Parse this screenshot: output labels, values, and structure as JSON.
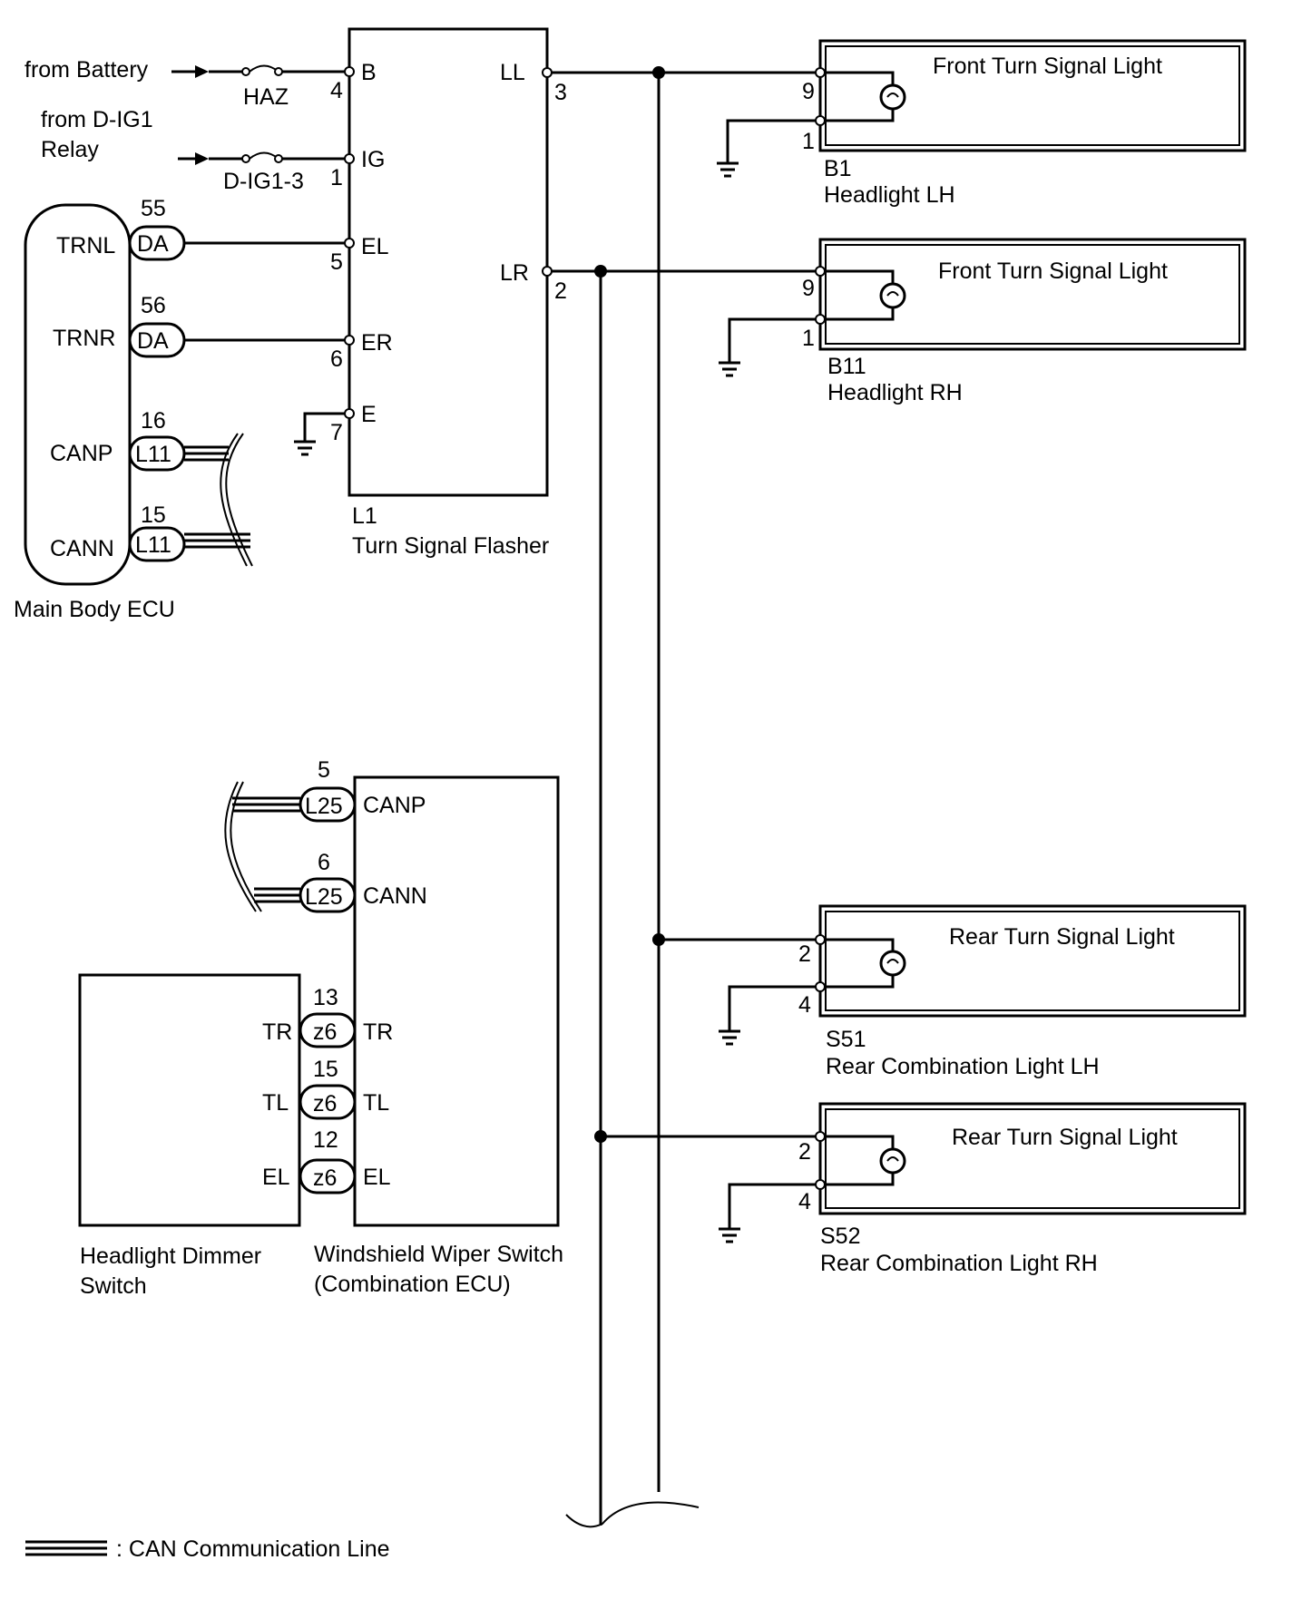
{
  "battery_label": "from Battery",
  "relay_label_line1": "from D-IG1",
  "relay_label_line2": "Relay",
  "fuse_haz": "HAZ",
  "fuse_dig1": "D-IG1-3",
  "flasher": {
    "pins": {
      "B": "B",
      "IG": "IG",
      "EL": "EL",
      "ER": "ER",
      "E": "E",
      "LL": "LL",
      "LR": "LR"
    },
    "nums": {
      "B": "4",
      "IG": "1",
      "EL": "5",
      "ER": "6",
      "E": "7",
      "LL": "3",
      "LR": "2"
    },
    "code": "L1",
    "name": "Turn Signal Flasher"
  },
  "ecu": {
    "name": "Main Body ECU",
    "terms": [
      "TRNL",
      "TRNR",
      "CANP",
      "CANN"
    ],
    "pins": [
      "55",
      "56",
      "16",
      "15"
    ],
    "conns": [
      "DA",
      "DA",
      "L11",
      "L11"
    ]
  },
  "front_lh": {
    "title": "Front Turn Signal Light",
    "pin_a": "9",
    "pin_b": "1",
    "code": "B1",
    "name": "Headlight LH"
  },
  "front_rh": {
    "title": "Front Turn Signal Light",
    "pin_a": "9",
    "pin_b": "1",
    "code": "B11",
    "name": "Headlight RH"
  },
  "rear_lh": {
    "title": "Rear Turn Signal Light",
    "pin_a": "2",
    "pin_b": "4",
    "code": "S51",
    "name": "Rear Combination Light LH"
  },
  "rear_rh": {
    "title": "Rear Turn Signal Light",
    "pin_a": "2",
    "pin_b": "4",
    "code": "S52",
    "name": "Rear Combination Light RH"
  },
  "wiper": {
    "name_line1": "Windshield Wiper Switch",
    "name_line2": "(Combination ECU)",
    "terms": [
      "CANP",
      "CANN",
      "TR",
      "TL",
      "EL"
    ],
    "pins": [
      "5",
      "6",
      "13",
      "15",
      "12"
    ],
    "conns": [
      "L25",
      "L25",
      "z6",
      "z6",
      "z6"
    ]
  },
  "dimmer": {
    "name_line1": "Headlight Dimmer",
    "name_line2": "Switch",
    "terms": [
      "TR",
      "TL",
      "EL"
    ]
  },
  "legend": {
    "text": ": CAN Communication Line"
  }
}
